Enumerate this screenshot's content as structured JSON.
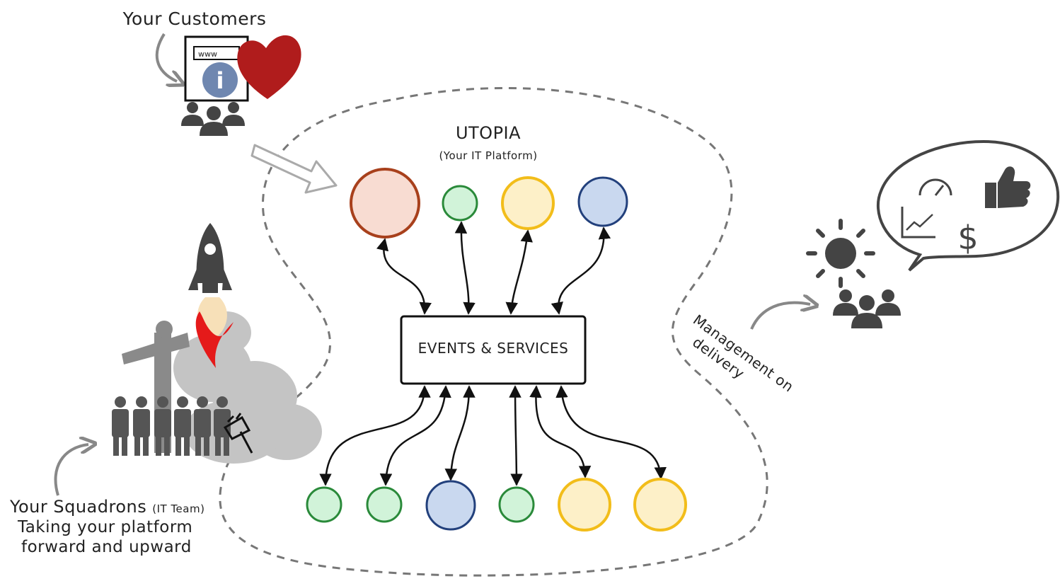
{
  "labels": {
    "customers": "Your Customers",
    "www": "www",
    "info": "i",
    "platform_title": "UTOPIA",
    "platform_subtitle": "(Your IT Platform)",
    "hub": "EVENTS & SERVICES",
    "management_line1": "Management on",
    "management_line2": "delivery",
    "squadrons_main": "Your Squadrons",
    "squadrons_note": "(IT Team)",
    "squadrons_line2": "Taking your platform",
    "squadrons_line3": "forward and upward",
    "dollar": "$"
  },
  "icons": [
    "browser-window-icon",
    "heart-icon",
    "info-icon",
    "people-icon",
    "rocket-icon",
    "smoke-cloud-icon",
    "crane-icon",
    "drill-icon",
    "sun-icon",
    "speech-bubble-icon",
    "gauge-icon",
    "thumbs-up-icon",
    "growth-chart-icon",
    "dollar-icon"
  ],
  "colors": {
    "orange_fill": "#f8dcd2",
    "orange_stroke": "#a8401c",
    "green_fill": "#d1f3d9",
    "green_stroke": "#2a8a3a",
    "yellow_fill": "#fdf0c8",
    "yellow_stroke": "#f2bd1a",
    "blue_fill": "#c9d8ef",
    "blue_stroke": "#22407c",
    "heart": "#b01c1c",
    "info": "#6f87b0",
    "icon_gray": "#444444"
  }
}
